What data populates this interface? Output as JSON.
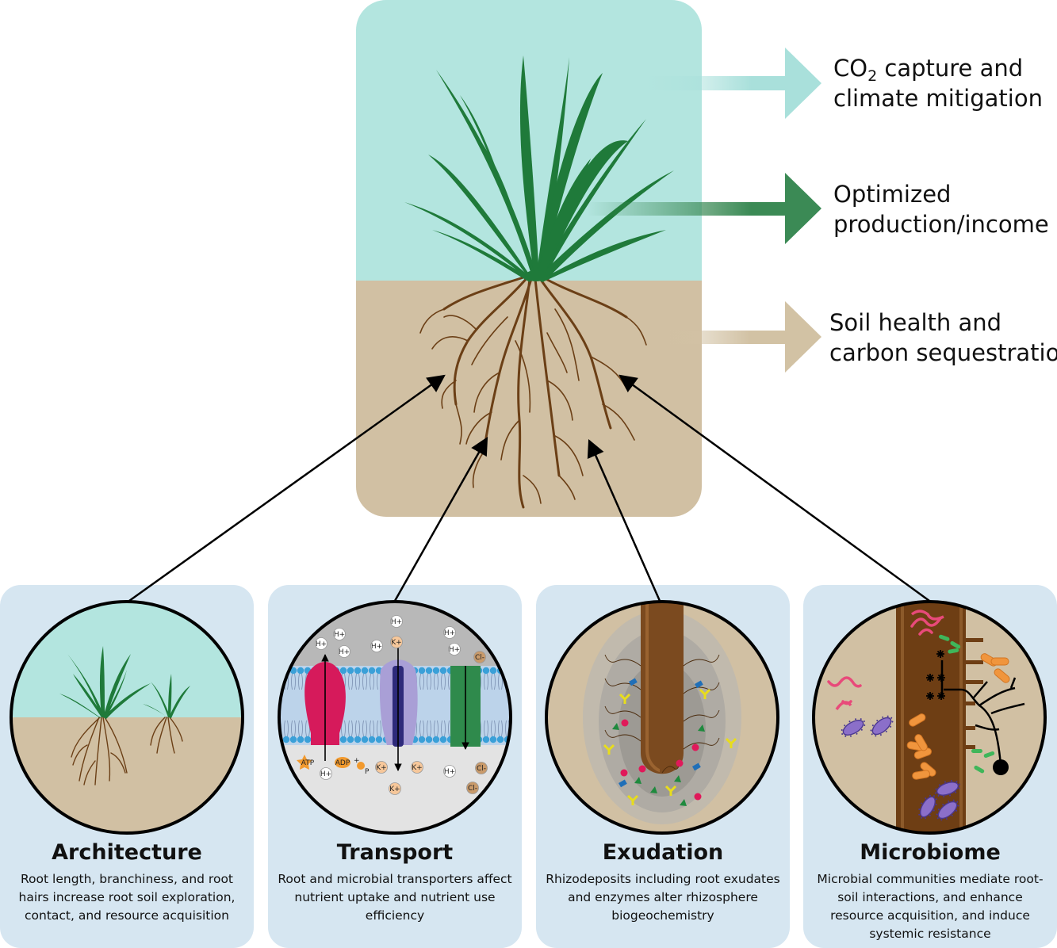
{
  "outcomes": [
    {
      "line1_prefix": "CO",
      "line1_sub": "2",
      "line1_suffix": " capture and",
      "line2": "climate mitigation",
      "color": "#a9e0db"
    },
    {
      "line1": "Optimized",
      "line2": "production/income",
      "color": "#3b8a55"
    },
    {
      "line1": "Soil health and",
      "line2": "carbon sequestration",
      "color": "#d2c2a4"
    }
  ],
  "panels": [
    {
      "title": "Architecture",
      "description": "Root length, branchiness, and root hairs increase root soil exploration, contact, and resource acquisition"
    },
    {
      "title": "Transport",
      "description": "Root and microbial transporters affect nutrient uptake and nutrient use efficiency"
    },
    {
      "title": "Exudation",
      "description": "Rhizodeposits including root exudates and enzymes alter rhizosphere biogeochemistry"
    },
    {
      "title": "Microbiome",
      "description": "Microbial communities mediate root-soil interactions, and enhance resource acquisition, and induce systemic resistance"
    }
  ],
  "transport_labels": {
    "h_plus": "H+",
    "k_plus": "K+",
    "cl_minus": "Cl-",
    "atp": "ATP",
    "adp": "ADP",
    "p": "P",
    "plus": "+"
  },
  "colors": {
    "sky": "#b3e5df",
    "soil": "#d1c0a3",
    "panel_bg": "#d6e6f1",
    "leaf": "#1f7a3a",
    "root": "#6b3f16"
  }
}
